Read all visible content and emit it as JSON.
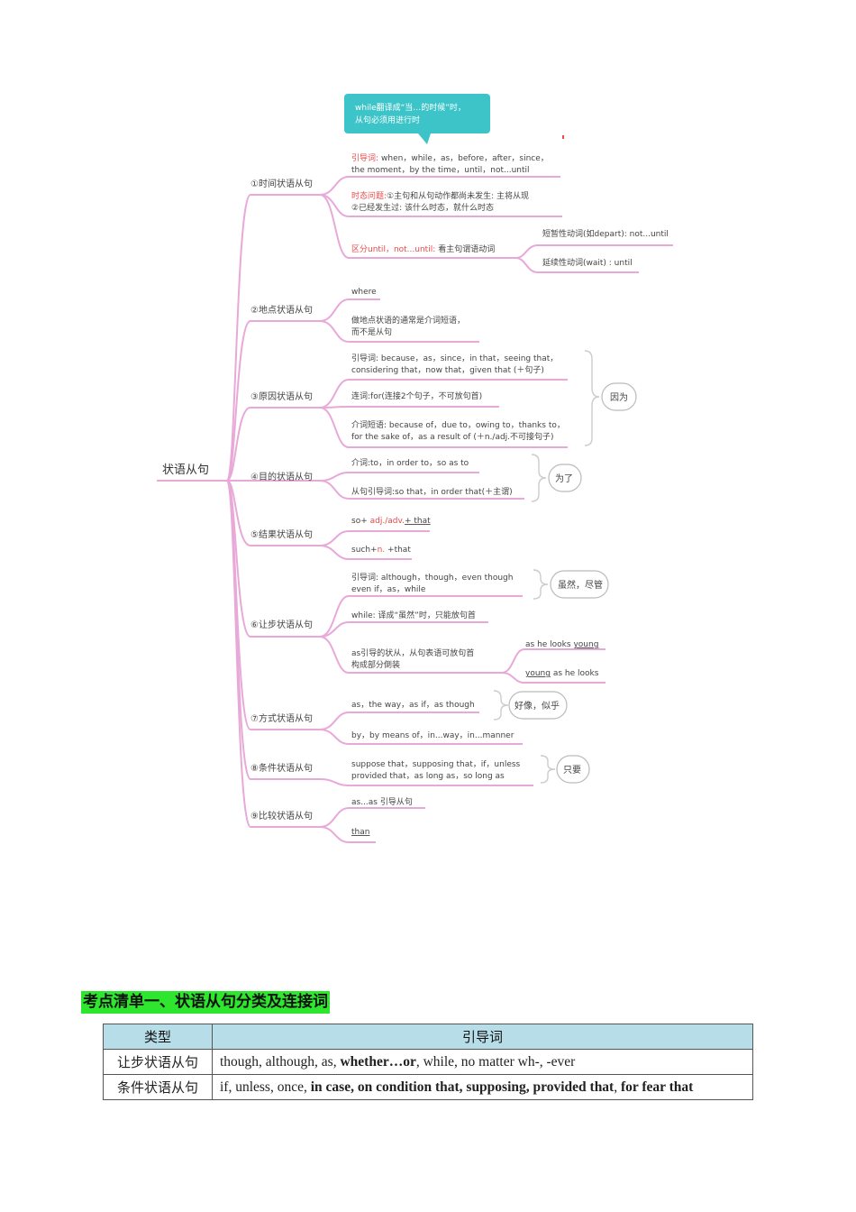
{
  "mindmap": {
    "root": "状语从句",
    "bubble": {
      "line1": "while翻译成“当…的时候”时，",
      "line2": "从句必须用进行时"
    },
    "categories": [
      "①时间状语从句",
      "②地点状语从句",
      "③原因状语从句",
      "④目的状语从句",
      "⑤结果状语从句",
      "⑥让步状语从句",
      "⑦方式状语从句",
      "⑧条件状语从句",
      "⑨比较状语从句"
    ],
    "time": {
      "intro_label": "引导词:",
      "intro_line1": "when，while，as，before，after，since，",
      "intro_line2": "the moment，by the time，until，not...until",
      "tense_label": "时态问题:",
      "tense_line1": "①主句和从句动作都尚未发生: 主将从现",
      "tense_line2": "②已经发生过: 该什么时态，就什么时态",
      "until_label": "区分until，not...until:",
      "until_text": "看主句谓语动词",
      "until_short": "短暂性动词(如depart): not...until",
      "until_long": "延续性动词(wait) : until"
    },
    "place": {
      "item1": "where",
      "item2_line1": "做地点状语的通常是介词短语，",
      "item2_line2": "而不是从句"
    },
    "cause": {
      "item1_line1": "引导词: because，as，since，in that，seeing that，",
      "item1_line2": "considering that，now that，given that (＋句子)",
      "item2": "连词:for(连接2个句子，不可放句首)",
      "item3_line1": "介词短语: because of，due to，owing to，thanks to，",
      "item3_line2": "for the sake of，as a result of (＋n./adj.不可接句子)",
      "bracket": "因为"
    },
    "purpose": {
      "item1": "介词:to，in order to，so as to",
      "item2": "从句引导词:so that，in order that(＋主谓)",
      "bracket": "为了"
    },
    "result": {
      "item1_pre": "so+ ",
      "item1_red": "adj./adv.",
      "item1_post": "+ that",
      "item2_pre": "such+",
      "item2_red": "n.",
      "item2_post": " +that"
    },
    "concession": {
      "item1_line1": "引导词: although，though，even though",
      "item1_line2": "even if，as，while",
      "bracket": "虽然，尽管",
      "item2": "while: 译成“虽然”时，只能放句首",
      "item3_line1": "as引导的状从，从句表语可放句首",
      "item3_line2": "构成部分倒装",
      "sub1_pre": "as he looks ",
      "sub1_u": "young",
      "sub2_u": "young",
      "sub2_post": " as he looks"
    },
    "manner": {
      "item1": "as，the way，as if，as though",
      "bracket": "好像，似乎",
      "item2": "by，by means of，in...way，in...manner"
    },
    "condition": {
      "item1_line1": "suppose that，supposing that，if，unless",
      "item1_line2": "provided that，as long as，so long as",
      "bracket": "只要"
    },
    "comparison": {
      "item1": "as...as 引导从句",
      "item2": "than"
    }
  },
  "section_heading": "考点清单一、状语从句分类及连接词",
  "table": {
    "headers": [
      "类型",
      "引导词"
    ],
    "rows": [
      {
        "type": "让步状语从句",
        "segments": [
          {
            "text": "though, although, as, ",
            "bold": false
          },
          {
            "text": "whether…or",
            "bold": true
          },
          {
            "text": ", while, no matter wh-, -ever",
            "bold": false
          }
        ]
      },
      {
        "type": "条件状语从句",
        "segments": [
          {
            "text": "if, unless, once, ",
            "bold": false
          },
          {
            "text": "in case, on condition that, supposing, provided that",
            "bold": true
          },
          {
            "text": ", ",
            "bold": false
          },
          {
            "text": "for fear that",
            "bold": true
          }
        ]
      }
    ]
  },
  "colors": {
    "branch": "#e8a9d8",
    "bubble": "#3cc4c8",
    "accent_red": "#e84a4a",
    "heading_bg": "#2ee62e",
    "table_header_bg": "#b7dde8"
  }
}
